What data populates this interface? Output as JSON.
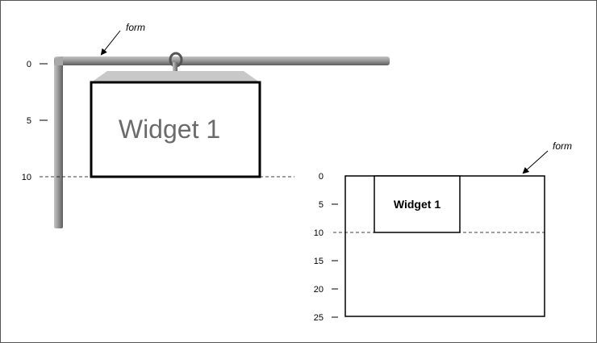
{
  "left_diagram": {
    "form_label": "form",
    "widget_label": "Widget 1",
    "ticks": [
      "0",
      "5",
      "10"
    ]
  },
  "right_diagram": {
    "form_label": "form",
    "widget_label": "Widget 1",
    "ticks": [
      "0",
      "5",
      "10",
      "15",
      "20",
      "25"
    ]
  },
  "colors": {
    "pipe": "#8c8c8c",
    "shelf": "#c8c8c8",
    "widget_text_large": "#6b6b6b"
  }
}
